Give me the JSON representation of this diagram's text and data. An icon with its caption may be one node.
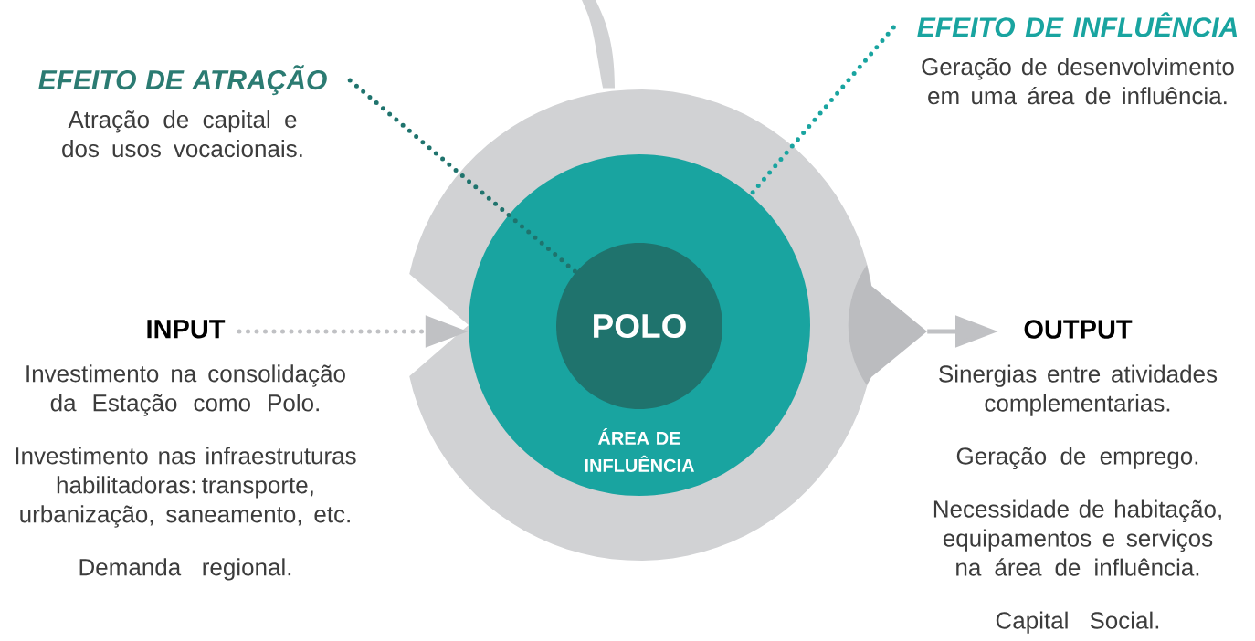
{
  "diagram": {
    "nodes": [
      {
        "text": [],
        "shape": "circle"
      },
      {
        "text": [
          "ÁREA DE INFLUÊNCIA"
        ],
        "in": 0
      },
      {
        "text": [
          "POLO"
        ],
        "in": 1
      },
      {
        "text": [
          "EFEITO DE ATRAÇÃO",
          "Atração de capital e dos usos vocacionais."
        ]
      },
      {
        "text": [
          "EFEITO DE INFLUÊNCIA",
          "Geração de desenvolvimento em uma área de influência."
        ]
      },
      {
        "text": [
          "INPUT",
          "Investimento na consolidação da Estação como Polo.",
          "Investimento nas infraestruturas habilitadoras: transporte, urbanização, saneamento, etc.",
          "Demanda regional."
        ]
      },
      {
        "text": [
          "OUTPUT",
          "Sinergias entre atividades complementarias.",
          "Geração de emprego.",
          "Necessidade de habitação, equipamentos e serviços na área de influência.",
          "Capital Social."
        ]
      }
    ],
    "edges": [
      {
        "from": 3,
        "to": 2,
        "arrow": "none",
        "style": "dashed",
        "color": "#1f736d"
      },
      {
        "from": 4,
        "to": 1,
        "arrow": "none",
        "style": "dashed",
        "color": "#19a4a0"
      },
      {
        "from": 5,
        "to": 1,
        "arrow": "to",
        "style": "dashed",
        "color": "#c0c1c4"
      },
      {
        "from": 0,
        "to": 6,
        "arrow": "to",
        "color": "#c0c1c4"
      }
    ]
  }
}
